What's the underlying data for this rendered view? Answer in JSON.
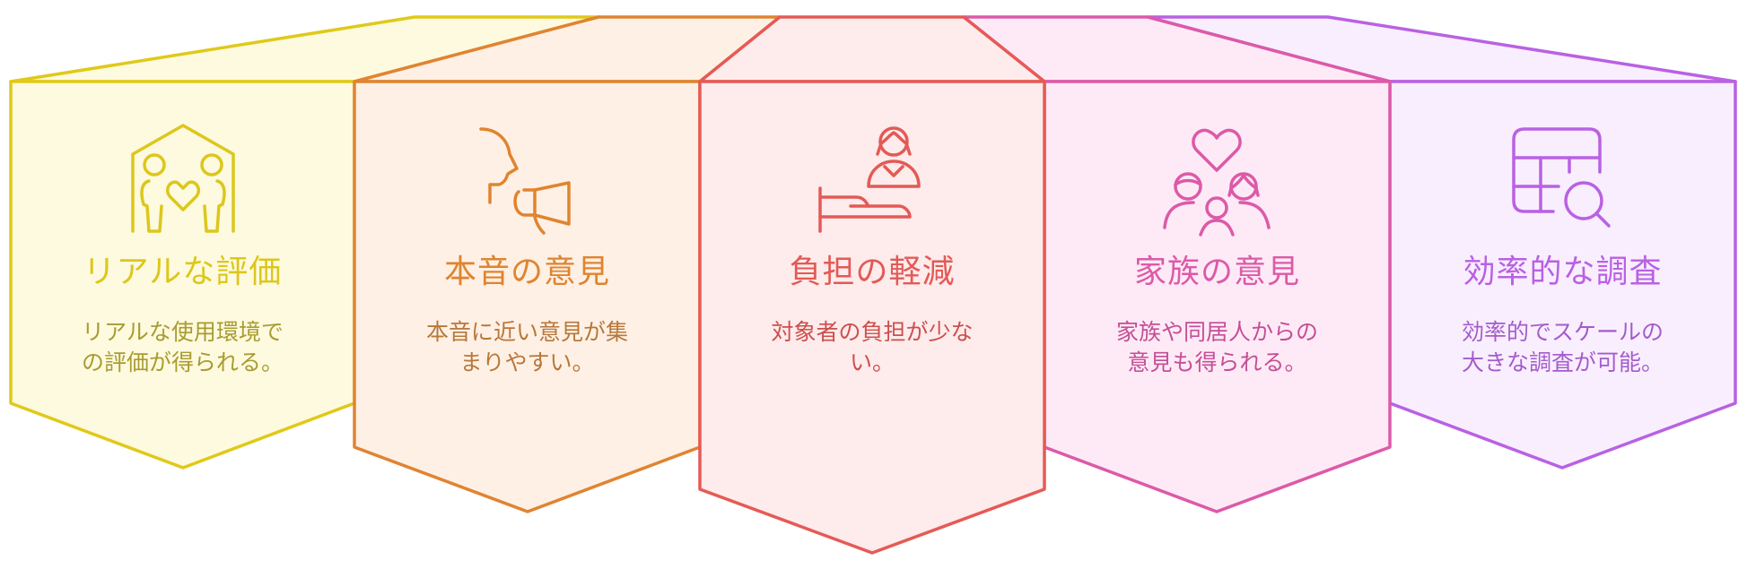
{
  "diagram": {
    "type": "pentagon-banner-row",
    "panels": [
      {
        "id": "real-evaluation",
        "icon": "home-family-heart-icon",
        "title": "リアルな評価",
        "description": "リアルな使用環境で\nの評価が得られる。",
        "colors": {
          "stroke": "#e0c919",
          "fill": "#fefadf",
          "title": "#dcc71c",
          "text": "#a89c30"
        }
      },
      {
        "id": "honest-opinion",
        "icon": "person-megaphone-icon",
        "title": "本音の意見",
        "description": "本音に近い意見が集\nまりやすい。",
        "colors": {
          "stroke": "#e08432",
          "fill": "#fef0e4",
          "title": "#e0842f",
          "text": "#b8773a"
        }
      },
      {
        "id": "reduced-burden",
        "icon": "caregiver-hand-icon",
        "title": "負担の軽減",
        "description": "対象者の負担が少な\nい。",
        "colors": {
          "stroke": "#e55a56",
          "fill": "#feebeb",
          "title": "#e25a56",
          "text": "#cc4f4d"
        }
      },
      {
        "id": "family-opinion",
        "icon": "family-heart-icon",
        "title": "家族の意見",
        "description": "家族や同居人からの\n意見も得られる。",
        "colors": {
          "stroke": "#dc5aa8",
          "fill": "#feeaf6",
          "title": "#dc5aa8",
          "text": "#c44f96"
        }
      },
      {
        "id": "efficient-survey",
        "icon": "table-search-icon",
        "title": "効率的な調査",
        "description": "効率的でスケールの\n大きな調査が可能。",
        "colors": {
          "stroke": "#b961e3",
          "fill": "#f9eefe",
          "title": "#b961e3",
          "text": "#a45ccc"
        }
      }
    ]
  }
}
